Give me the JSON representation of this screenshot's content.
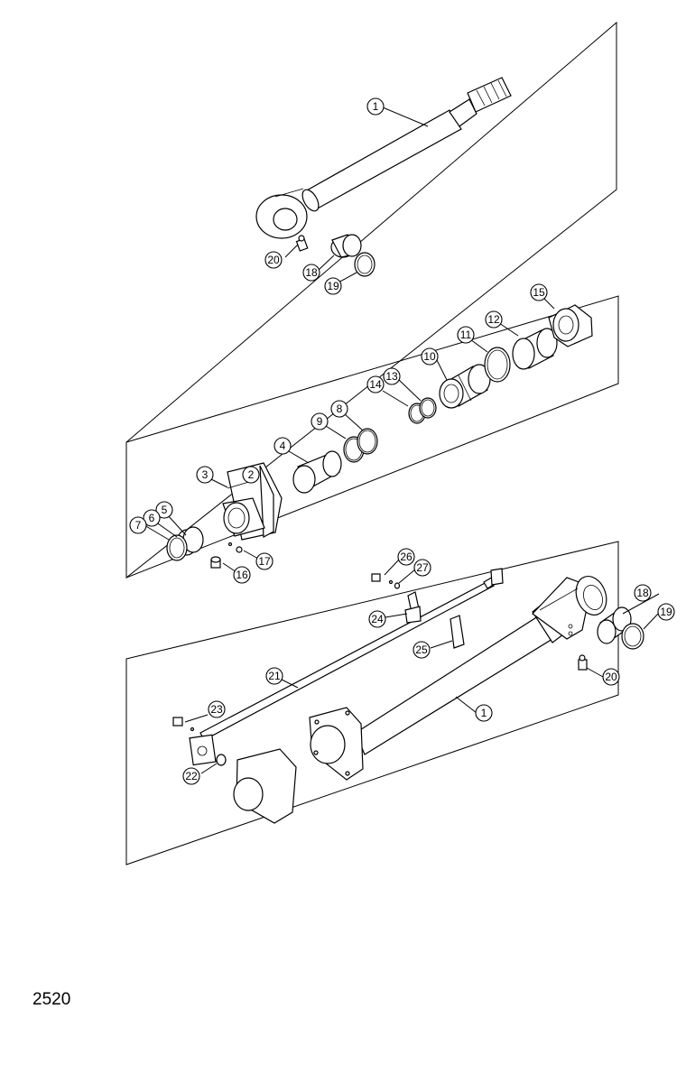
{
  "figure_number": "2520",
  "callouts": [
    "1",
    "2",
    "3",
    "4",
    "5",
    "6",
    "7",
    "8",
    "9",
    "10",
    "11",
    "12",
    "13",
    "14",
    "15",
    "16",
    "17",
    "18",
    "19",
    "20",
    "21",
    "22",
    "23",
    "24",
    "25",
    "26",
    "27"
  ]
}
